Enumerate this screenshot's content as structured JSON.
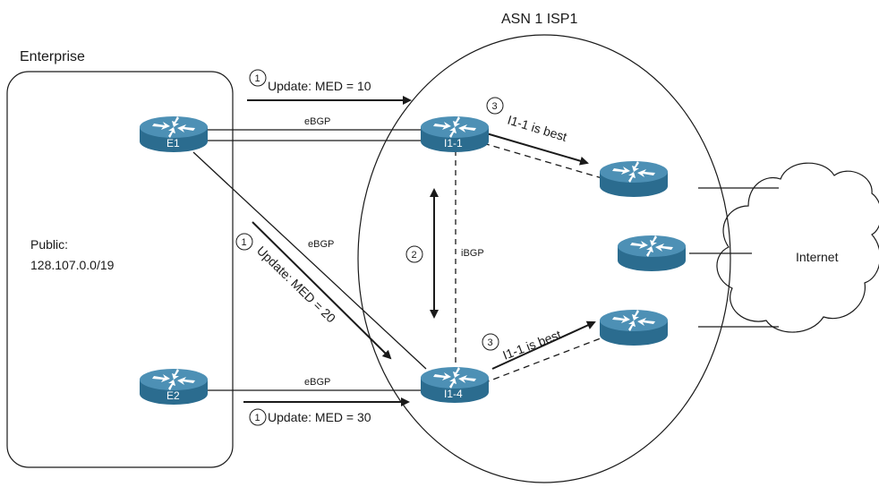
{
  "isp": {
    "title": "ASN 1 ISP1"
  },
  "enterprise": {
    "title": "Enterprise",
    "public_label": "Public:",
    "public_prefix": "128.107.0.0/19"
  },
  "routers": {
    "e1": "E1",
    "e2": "E2",
    "i11": "I1-1",
    "i14": "I1-4"
  },
  "links": {
    "ebgp_top": "eBGP",
    "ebgp_diag": "eBGP",
    "ebgp_bottom": "eBGP",
    "ibgp": "iBGP"
  },
  "steps": {
    "step1_top_num": "1",
    "step1_top_text": "Update: MED = 10",
    "step1_mid_num": "1",
    "step1_mid_text": "Update: MED = 20",
    "step1_bot_num": "1",
    "step1_bot_text": "Update: MED = 30",
    "step2_num": "2",
    "step3_top_num": "3",
    "step3_top_text": "I1-1 is best",
    "step3_bot_num": "3",
    "step3_bot_text": "I1-1 is best"
  },
  "internet": {
    "label": "Internet"
  },
  "colors": {
    "router_fill": "#2b6c8f",
    "router_top": "#4d90b5",
    "line": "#1a1a1a"
  }
}
